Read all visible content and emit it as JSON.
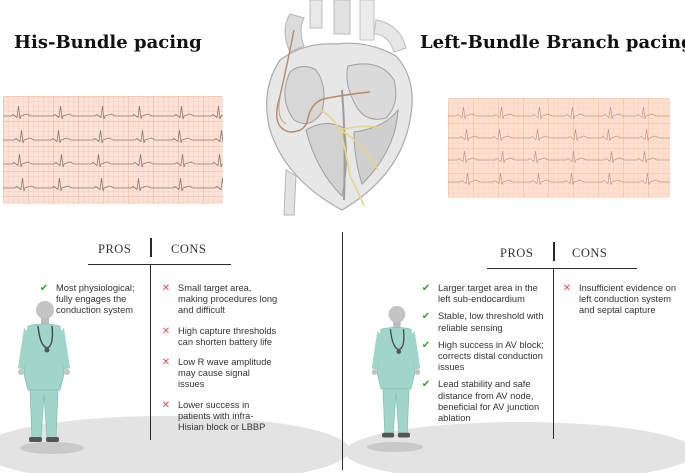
{
  "left": {
    "title": "His-Bundle pacing",
    "pros_label": "PROS",
    "cons_label": "CONS",
    "pros": [
      "Most physiological; fully engages the conduction system"
    ],
    "cons": [
      "Small target area, making procedures long and difficult",
      "High capture thresholds can shorten battery life",
      "Low R wave amplitude may cause signal issues",
      "Lower success in patients with infra-Hisian block or LBBP"
    ]
  },
  "right": {
    "title": "Left-Bundle Branch pacing",
    "pros_label": "PROS",
    "cons_label": "CONS",
    "pros": [
      "Larger target area in the left sub-endocardium",
      "Stable, low threshold with reliable sensing",
      "High success in AV block; corrects distal conduction issues",
      "Lead stability and safe distance from AV node, beneficial for AV junction ablation"
    ],
    "cons": [
      "Insufficient evidence on left conduction system and septal capture"
    ]
  },
  "icons": {
    "pro": "check-icon",
    "con": "cross-icon",
    "heart": "heart-illustration",
    "doctor": "doctor-figure"
  },
  "colors": {
    "check": "#3f9a3c",
    "cross": "#d65050",
    "ecg_left_bg": "#fbe3d8",
    "ecg_right_bg": "#fde0cf",
    "ecg_trace": "#8a7a72"
  }
}
